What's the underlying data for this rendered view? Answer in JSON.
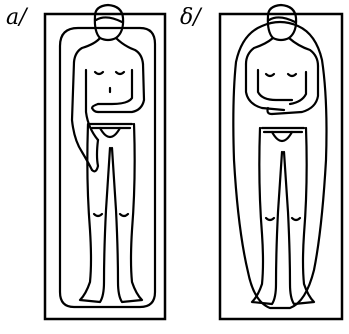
{
  "panels": [
    {
      "id": "a",
      "label": "a/",
      "bag_shape": "rectangular"
    },
    {
      "id": "b",
      "label": "δ/",
      "bag_shape": "mummy"
    }
  ],
  "colors": {
    "ink": "#000000",
    "paper": "#ffffff"
  }
}
